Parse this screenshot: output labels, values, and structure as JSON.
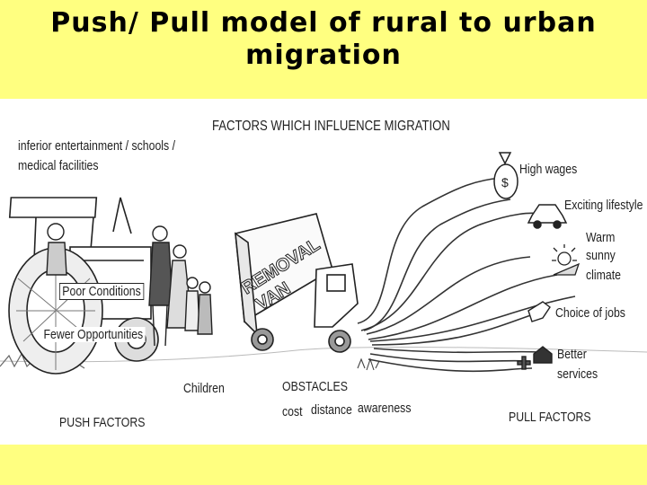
{
  "title": {
    "line1": "Push/ Pull model of rural to urban",
    "line2": "migration"
  },
  "diagram": {
    "heading": "FACTORS WHICH INFLUENCE MIGRATION",
    "push": {
      "top_note_line1": "inferior entertainment / schools /",
      "top_note_line2": "medical facilities",
      "poor_conditions": "Poor Conditions",
      "fewer_opportunities": "Fewer Opportunities",
      "children": "Children",
      "label": "PUSH FACTORS"
    },
    "van_text_line1": "REMOVAL",
    "van_text_line2": "VAN",
    "obstacles": {
      "label": "OBSTACLES",
      "items": [
        "cost",
        "distance",
        "awareness"
      ]
    },
    "pull": {
      "high_wages": "High wages",
      "exciting_lifestyle": "Exciting lifestyle",
      "warm_line1": "Warm",
      "warm_line2": "sunny",
      "warm_line3": "climate",
      "choice_of_jobs": "Choice of jobs",
      "better_line1": "Better",
      "better_line2": "services",
      "label": "PULL FACTORS"
    }
  }
}
